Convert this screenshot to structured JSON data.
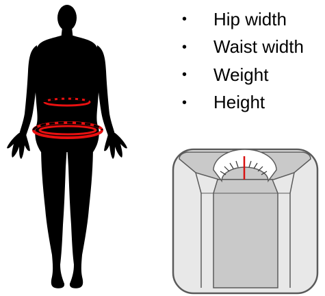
{
  "measurements": [
    {
      "label": "Hip width"
    },
    {
      "label": "Waist width"
    },
    {
      "label": "Weight"
    },
    {
      "label": "Height"
    }
  ],
  "bullet_symbol": "•",
  "icons": {
    "figure": "human-body-silhouette-icon",
    "scale": "bathroom-scale-icon",
    "waist_marker": "waist-measurement-ring-icon",
    "hip_marker": "hip-measurement-ring-icon"
  },
  "colors": {
    "silhouette": "#000000",
    "measurement_rings": "#e81010",
    "scale_body": "#e8e8e8",
    "scale_outline": "#5a5a5a",
    "scale_center_panel": "#c9c9c9",
    "dial_needle": "#d81010"
  }
}
